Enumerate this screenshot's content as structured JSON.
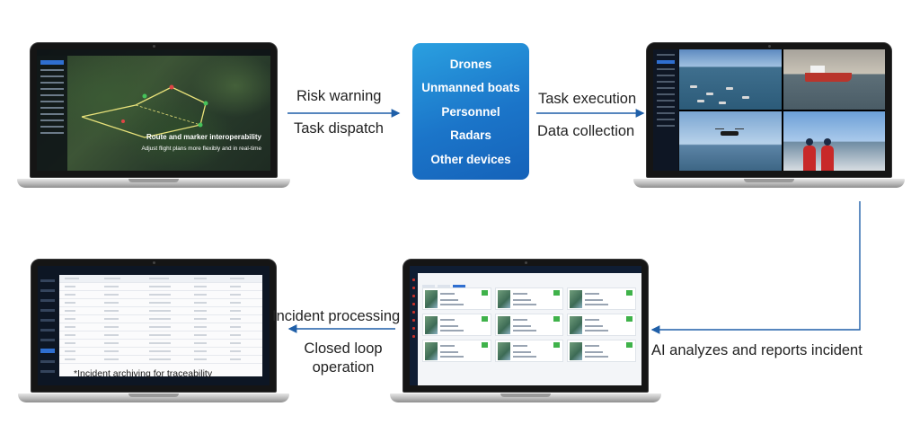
{
  "devices": {
    "items": [
      "Drones",
      "Unmanned boats",
      "Personnel",
      "Radars",
      "Other devices"
    ]
  },
  "flow": {
    "risk_warning": "Risk warning",
    "task_dispatch": "Task dispatch",
    "task_execution": "Task execution",
    "data_collection": "Data collection",
    "ai_report": "AI analyzes and reports incident",
    "incident_processing": "Incident processing",
    "closed_loop": "Closed loop\noperation"
  },
  "map_screen": {
    "title": "Route and marker interoperability",
    "subtitle": "Adjust flight plans more flexibly and in real-time"
  },
  "archive_screen": {
    "note": "*Incident archiving for traceability"
  },
  "colors": {
    "device_box": "#1b75c9",
    "arrow": "#1f5fa8"
  }
}
